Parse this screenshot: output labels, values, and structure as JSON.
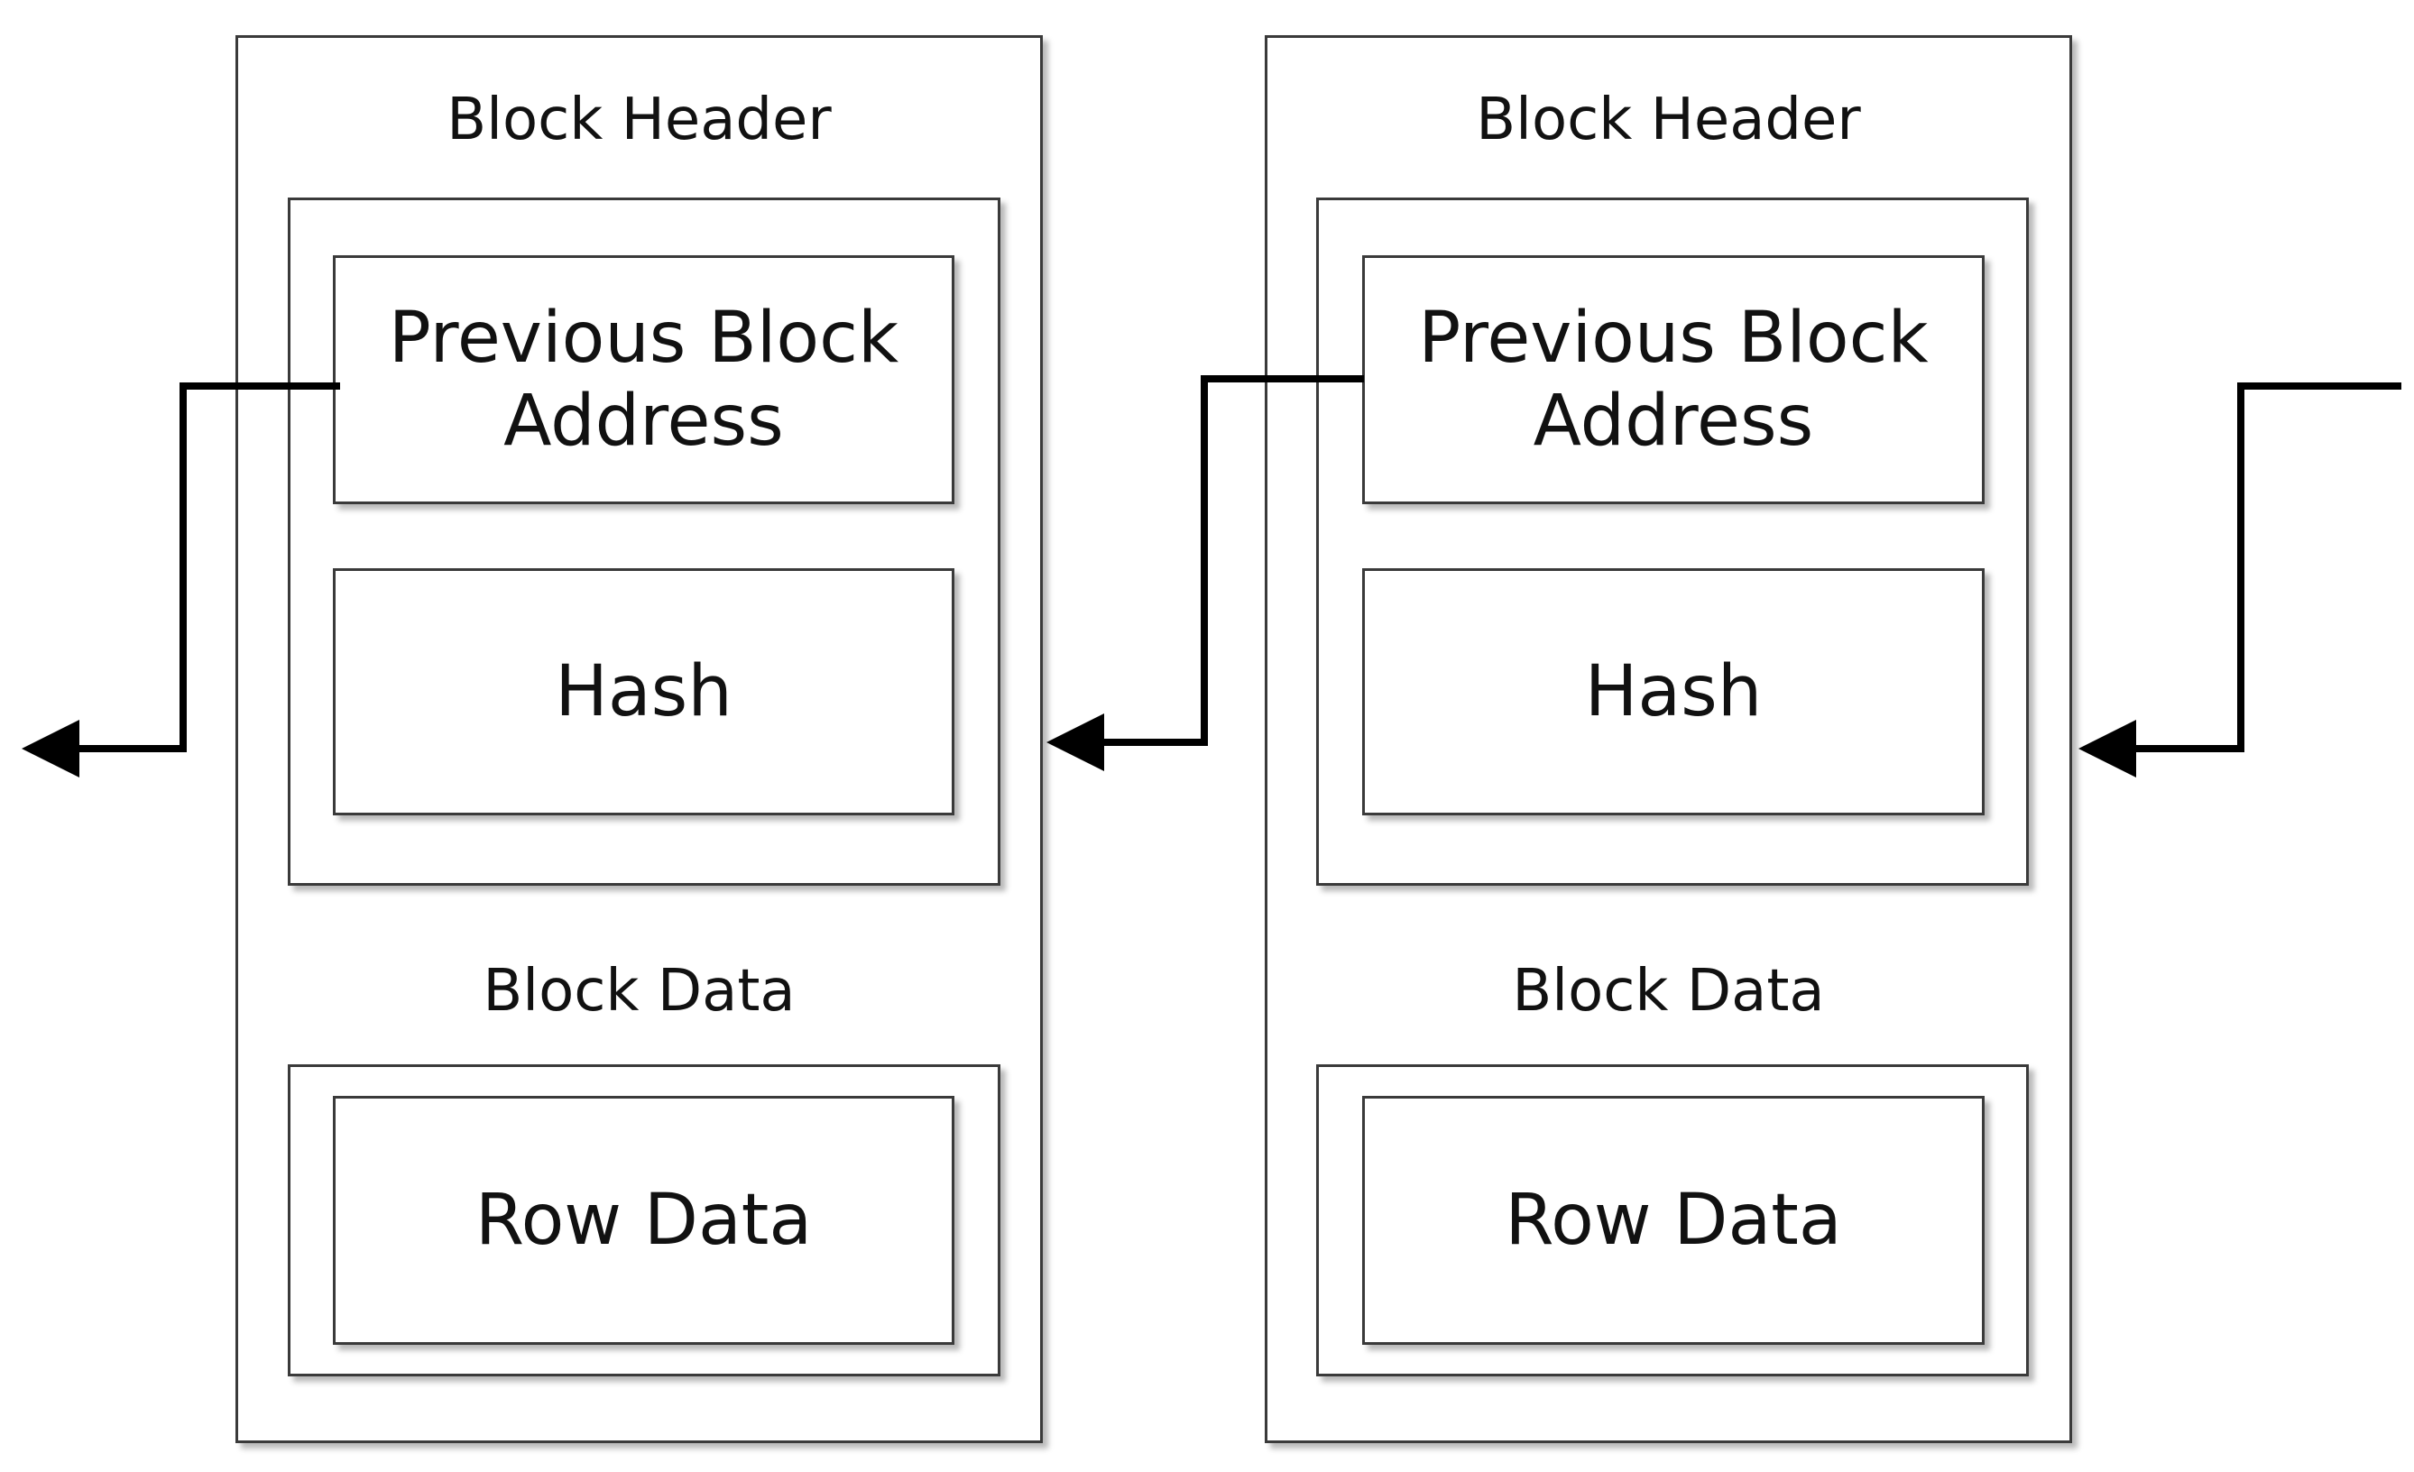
{
  "blocks": [
    {
      "header_label": "Block Header",
      "prev_address_label": "Previous Block\nAddress",
      "hash_label": "Hash",
      "data_label": "Block Data",
      "row_data_label": "Row Data"
    },
    {
      "header_label": "Block Header",
      "prev_address_label": "Previous Block\nAddress",
      "hash_label": "Hash",
      "data_label": "Block Data",
      "row_data_label": "Row Data"
    }
  ]
}
